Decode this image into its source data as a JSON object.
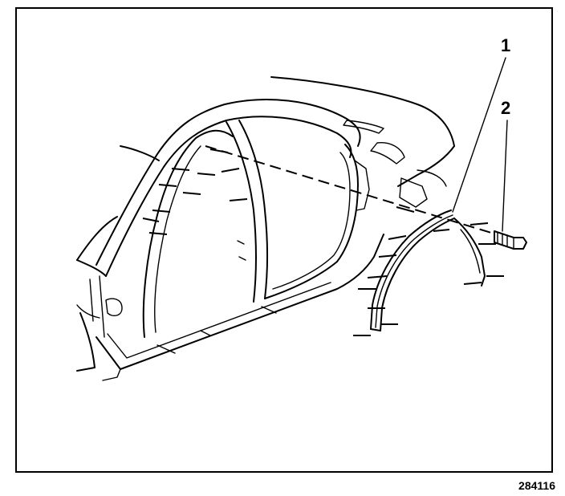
{
  "callouts": {
    "one": "1",
    "two": "2"
  },
  "figure_id": "284116",
  "colors": {
    "ink": "#000000",
    "paper": "#ffffff"
  }
}
